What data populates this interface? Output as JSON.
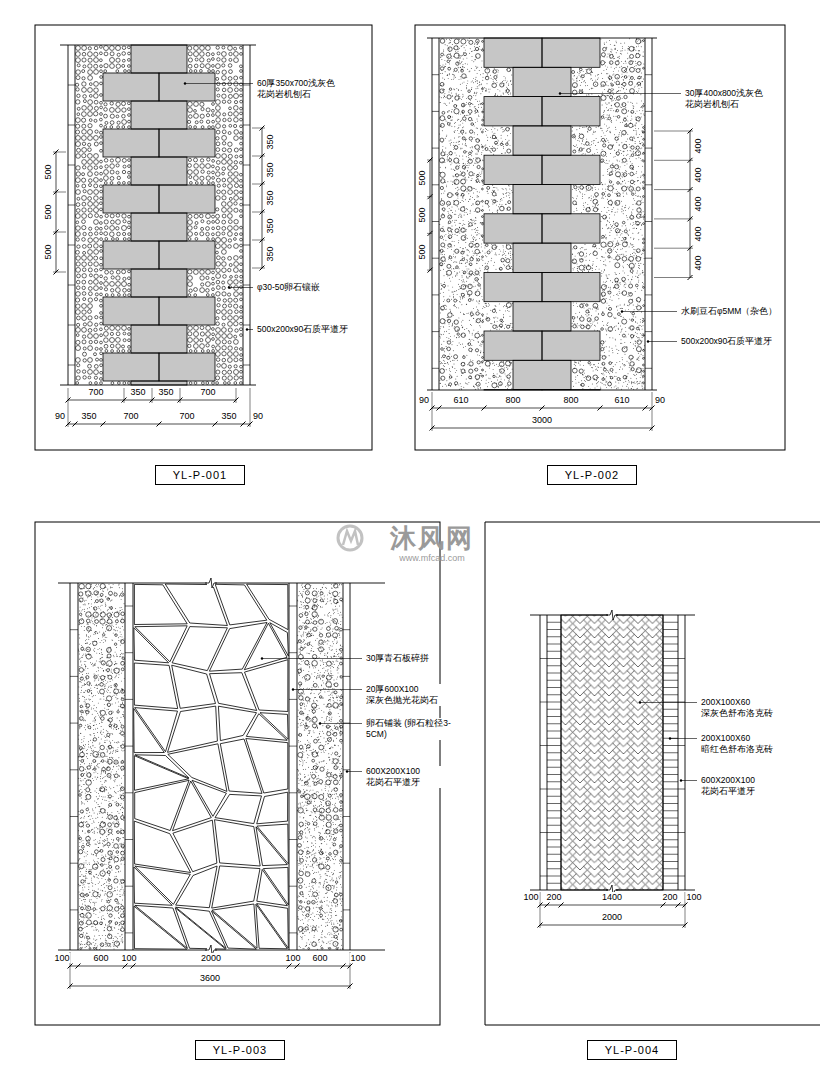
{
  "diagram": {
    "nodes": [
      {
        "text": [
          "YL-P-001"
        ]
      },
      {
        "text": [
          "YL-P-002"
        ]
      },
      {
        "text": [
          "YL-P-003"
        ]
      },
      {
        "text": [
          "YL-P-004"
        ]
      }
    ],
    "labels": [
      "60厚350x700浅灰色 花岗岩机刨石",
      "350",
      "350",
      "350",
      "350",
      "350",
      "500",
      "500",
      "500",
      "φ30-50卵石镶嵌",
      "500x200x90石质平道牙",
      "700",
      "350",
      "350",
      "700",
      "90",
      "350",
      "700",
      "700",
      "350",
      "90",
      "30厚400x800浅灰色 花岗岩机刨石",
      "400",
      "400",
      "400",
      "400",
      "400",
      "500",
      "500",
      "500",
      "水刷豆石φ5MM（杂色）",
      "500x200x90石质平道牙",
      "90",
      "610",
      "800",
      "800",
      "610",
      "90",
      "3000",
      "30厚青石板碎拼",
      "20厚600X100 深灰色抛光花岗石",
      "卵石铺装 (卵石粒径3-5CM)",
      "600X200X100 花岗石平道牙",
      "100",
      "600",
      "100",
      "2000",
      "100",
      "600",
      "100",
      "3600",
      "200X100X60 深灰色舒布洛克砖",
      "200X100X60 暗红色舒布洛克砖",
      "600X200X100 花岗石平道牙",
      "100",
      "200",
      "1400",
      "200",
      "100",
      "2000",
      "沐风网",
      "www.mfcad.com"
    ]
  }
}
